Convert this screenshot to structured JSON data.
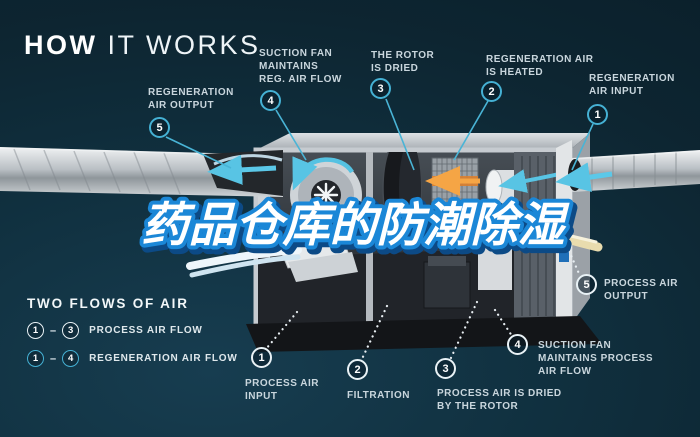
{
  "title": {
    "part_bold": "HOW",
    "part_light": " IT WORKS"
  },
  "headline": {
    "text": "药品仓库的防潮除湿"
  },
  "colors": {
    "background": "#0d2531",
    "accent_cyan": "#45b1d4",
    "label_text": "#c9d6dd",
    "heater_orange": "#e07f28",
    "output_cream": "#e9dcae",
    "headline_fill": "#ffffff",
    "headline_stroke": "#1b87d7"
  },
  "top_callouts": [
    {
      "num": "5",
      "label": "REGENERATION\nAIR OUTPUT"
    },
    {
      "num": "4",
      "label": "SUCTION FAN\nMAINTAINS\nREG. AIR FLOW"
    },
    {
      "num": "3",
      "label": "THE ROTOR\nIS DRIED"
    },
    {
      "num": "2",
      "label": "REGENERATION AIR\nIS HEATED"
    },
    {
      "num": "1",
      "label": "REGENERATION\nAIR INPUT"
    }
  ],
  "bottom_callouts": [
    {
      "num": "1",
      "label": "PROCESS AIR\nINPUT"
    },
    {
      "num": "2",
      "label": "FILTRATION"
    },
    {
      "num": "3",
      "label": "PROCESS AIR IS DRIED\nBY THE ROTOR"
    },
    {
      "num": "4",
      "label": "SUCTION FAN\nMAINTAINS PROCESS\nAIR FLOW"
    },
    {
      "num": "5",
      "label": "PROCESS AIR\nOUTPUT"
    }
  ],
  "legend": {
    "heading": "TWO FLOWS OF AIR",
    "dash": "–",
    "rows": [
      {
        "from": "1",
        "to": "3",
        "label": "PROCESS AIR FLOW"
      },
      {
        "from": "1",
        "to": "4",
        "label": "REGENERATION AIR FLOW"
      }
    ]
  }
}
